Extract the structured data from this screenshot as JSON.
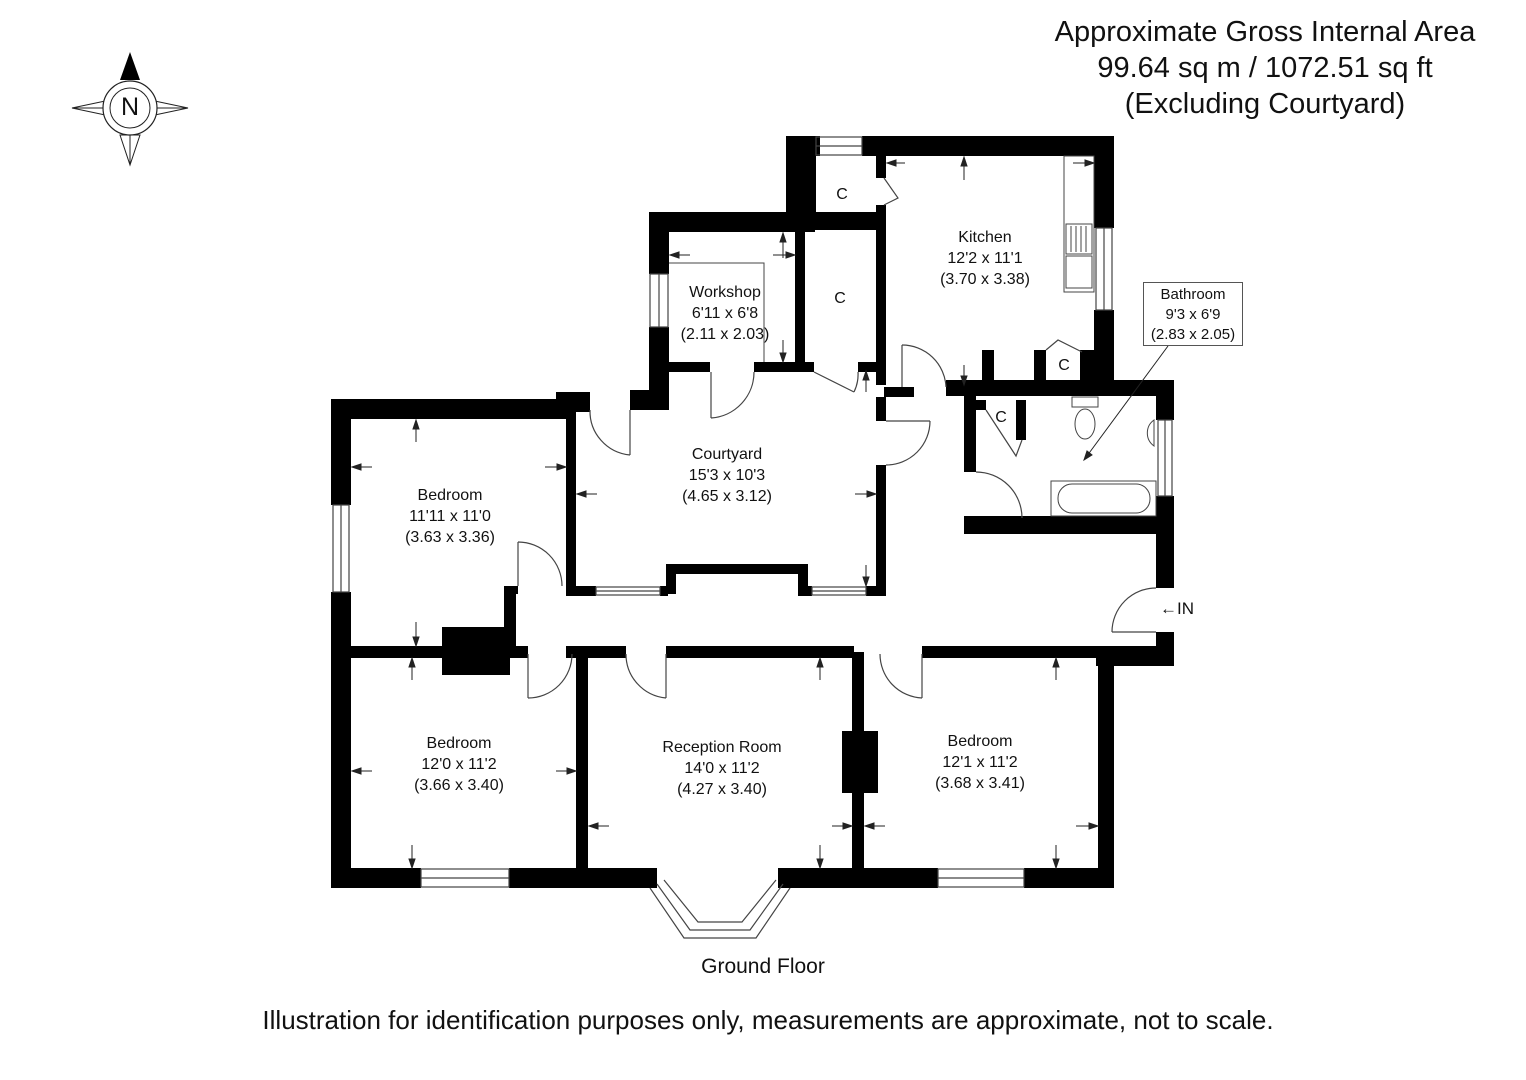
{
  "area_summary": {
    "line1": "Approximate Gross Internal Area",
    "line2": "99.64 sq m / 1072.51 sq ft",
    "line3": "(Excluding Courtyard)"
  },
  "compass": {
    "label": "N",
    "icon": "north-compass-icon"
  },
  "floor": {
    "title": "Ground Floor",
    "disclaimer": "Illustration for identification purposes only, measurements are approximate, not to scale."
  },
  "rooms": {
    "kitchen": {
      "name": "Kitchen",
      "imperial": "12'2 x 11'1",
      "metric": "(3.70 x 3.38)"
    },
    "workshop": {
      "name": "Workshop",
      "imperial": "6'11 x 6'8",
      "metric": "(2.11 x 2.03)"
    },
    "bathroom": {
      "name": "Bathroom",
      "imperial": "9'3 x 6'9",
      "metric": "(2.83 x 2.05)"
    },
    "courtyard": {
      "name": "Courtyard",
      "imperial": "15'3 x 10'3",
      "metric": "(4.65 x 3.12)"
    },
    "bedroom_nw": {
      "name": "Bedroom",
      "imperial": "11'11 x 11'0",
      "metric": "(3.63 x 3.36)"
    },
    "bedroom_sw": {
      "name": "Bedroom",
      "imperial": "12'0 x 11'2",
      "metric": "(3.66 x 3.40)"
    },
    "reception": {
      "name": "Reception Room",
      "imperial": "14'0 x 11'2",
      "metric": "(4.27 x 3.40)"
    },
    "bedroom_se": {
      "name": "Bedroom",
      "imperial": "12'1 x 11'2",
      "metric": "(3.68 x 3.41)"
    }
  },
  "cupboards": {
    "label": "C",
    "count": 4
  },
  "entrance": {
    "label": "IN",
    "arrow": "←"
  },
  "colors": {
    "wall": "#000000",
    "background": "#ffffff",
    "line": "#444444"
  }
}
